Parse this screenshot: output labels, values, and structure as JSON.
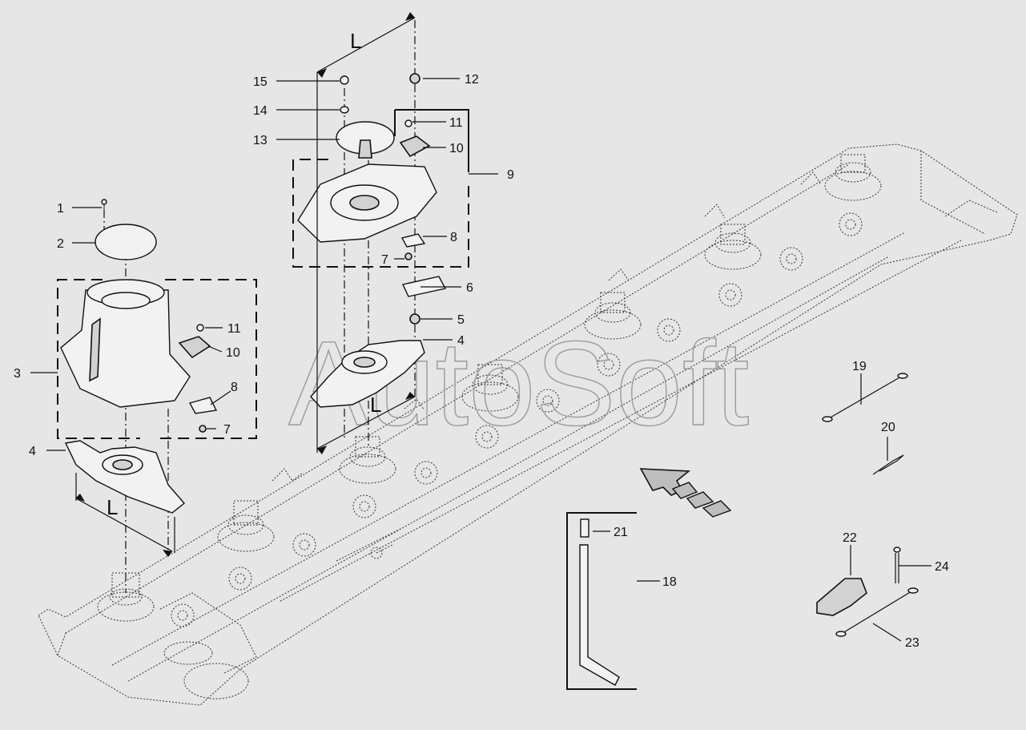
{
  "watermark": "AutoSoft",
  "dimension_label": "L",
  "callouts": {
    "c1": "1",
    "c2": "2",
    "c3": "3",
    "c4a": "4",
    "c4b": "4",
    "c5": "5",
    "c6": "6",
    "c7a": "7",
    "c7b": "7",
    "c8a": "8",
    "c8b": "8",
    "c9": "9",
    "c10a": "10",
    "c10b": "10",
    "c11a": "11",
    "c11b": "11",
    "c12": "12",
    "c13": "13",
    "c14": "14",
    "c15": "15",
    "c18": "18",
    "c19": "19",
    "c20": "20",
    "c21": "21",
    "c22": "22",
    "c23": "23",
    "c24": "24"
  }
}
